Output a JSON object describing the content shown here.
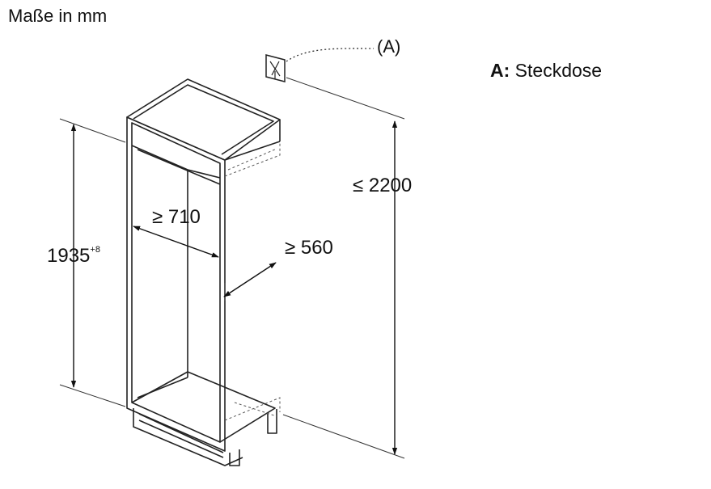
{
  "title": "Maße in mm",
  "callout_label": "(A)",
  "legend": {
    "key": "A:",
    "text": "Steckdose"
  },
  "dimensions": {
    "max_height": "≤ 2200",
    "min_width": "≥ 710",
    "min_depth": "≥ 560",
    "niche_height": "1935",
    "niche_height_tolerance": "+8"
  },
  "icons": [
    "socket-icon"
  ]
}
